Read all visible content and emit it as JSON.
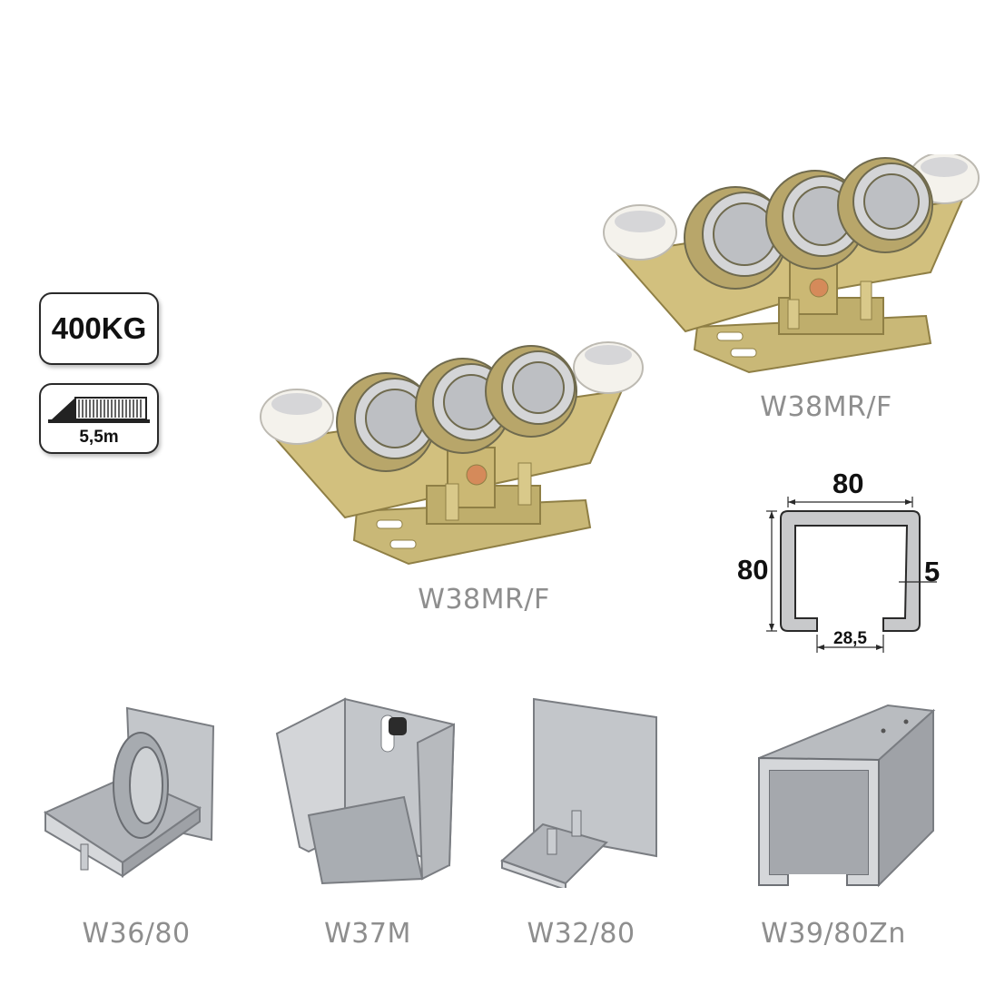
{
  "badges": {
    "weight": "400KG",
    "length": "5,5m"
  },
  "products": {
    "trolley_back": "W38MR/F",
    "trolley_front": "W38MR/F",
    "end_roller": "W36/80",
    "end_cap": "W37M",
    "guide": "W32/80",
    "rail": "W39/80Zn"
  },
  "profile": {
    "width": "80",
    "height": "80",
    "wall": "5",
    "slot": "28,5"
  },
  "colors": {
    "label_gray": "#8e8e8e",
    "zinc_yellow": "#c8b56a",
    "steel": "#b9bcc0"
  },
  "icons": [
    "gate-icon",
    "trolley-image",
    "profile-diagram"
  ]
}
